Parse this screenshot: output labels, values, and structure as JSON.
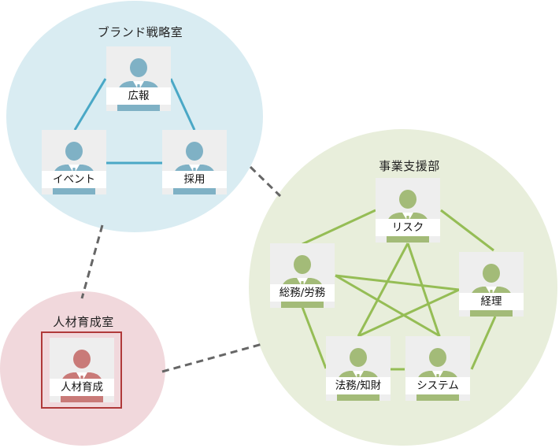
{
  "groups": {
    "brand": {
      "title": "ブランド戦略室",
      "fill": "#d9ecf2",
      "person_color": "#7fb1c5",
      "line_color": "#4aa8c6"
    },
    "business": {
      "title": "事業支援部",
      "fill": "#e8eedb",
      "person_color": "#a3bb78",
      "line_color": "#95bd55"
    },
    "hr": {
      "title": "人材育成室",
      "fill": "#f1d8dc",
      "person_color": "#c97a78",
      "frame_color": "#b03a3a"
    }
  },
  "cards": {
    "pr": "広報",
    "event": "イベント",
    "recruit": "採用",
    "risk": "リスク",
    "general": "総務/労務",
    "accounting": "経理",
    "legal": "法務/知財",
    "system": "システム",
    "hr": "人材育成"
  },
  "connector_color": "#666666"
}
